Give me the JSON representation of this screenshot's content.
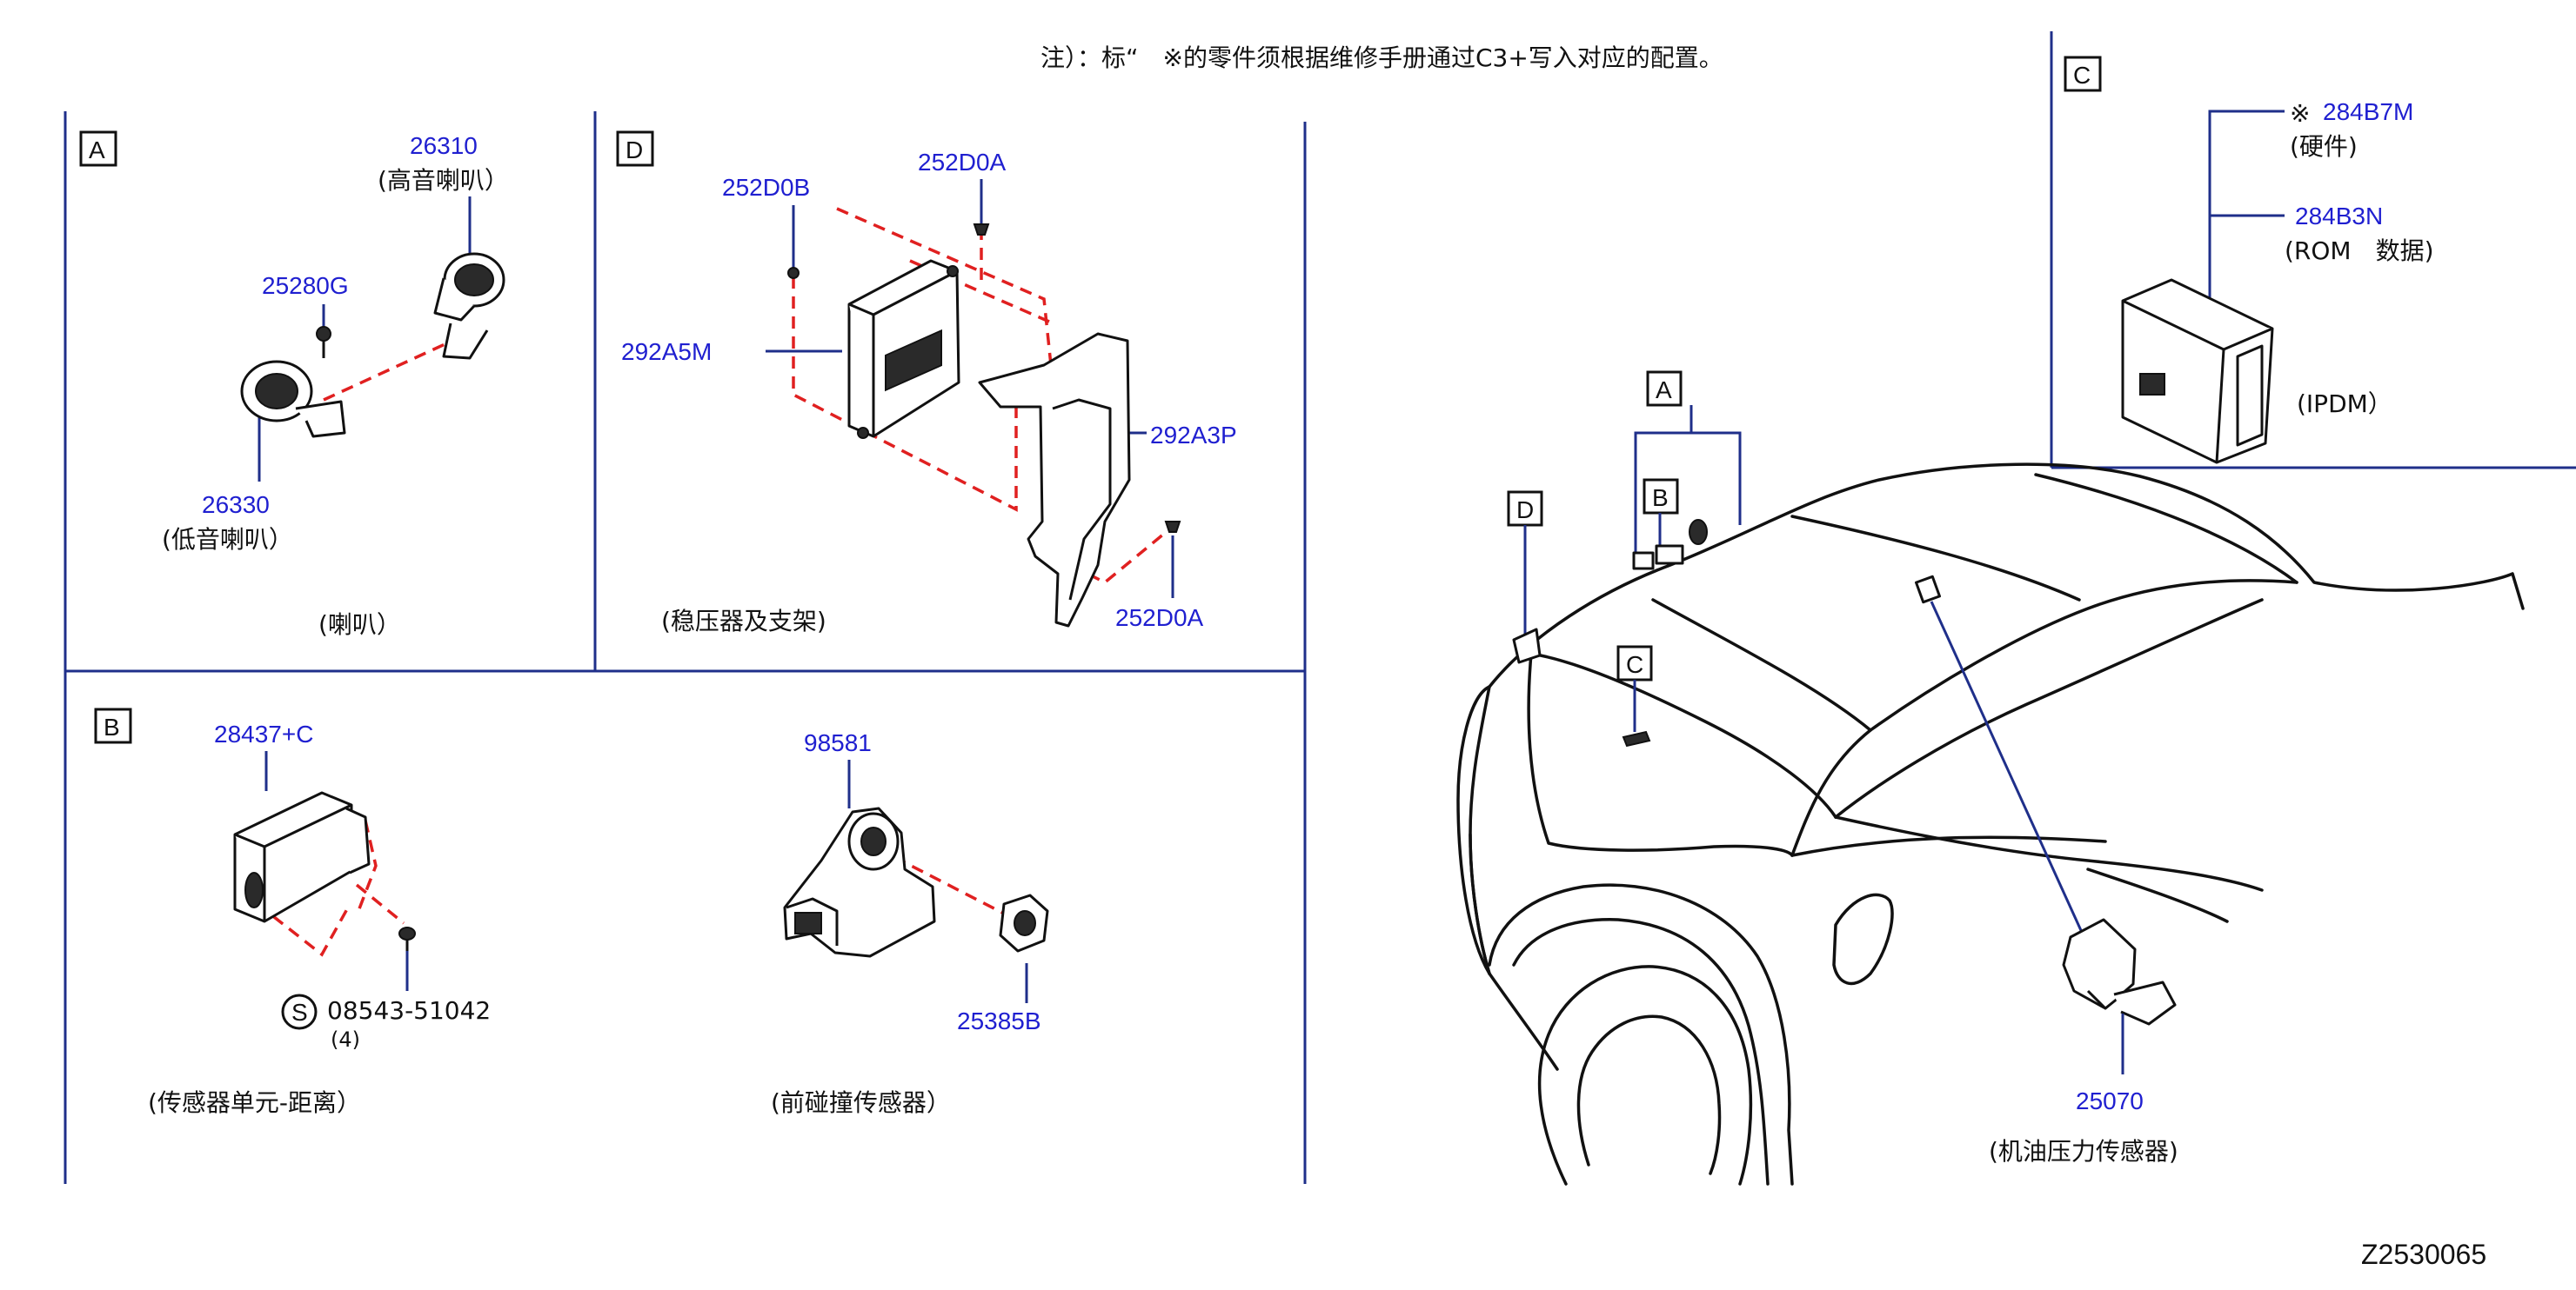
{
  "note": "注）：标“　※的零件须根据维修手册通过C3+写入对应的配置。",
  "diagram_code": "Z2530065",
  "panels": {
    "A": {
      "letter": "A",
      "caption": "(喇叭）",
      "parts": {
        "p26310": "26310",
        "p26310_desc": "(高音喇叭）",
        "p25280G": "25280G",
        "p26330": "26330",
        "p26330_desc": "(低音喇叭）"
      }
    },
    "D": {
      "letter": "D",
      "caption": "(稳压器及支架)",
      "parts": {
        "p252D0B": "252D0B",
        "p252D0A_top": "252D0A",
        "p292A5M": "292A5M",
        "p292A3P": "292A3P",
        "p252D0A_bottom": "252D0A"
      }
    },
    "B": {
      "letter": "B",
      "sensor_caption": "(传感器单元-距离）",
      "crash_caption": "(前碰撞传感器）",
      "parts": {
        "p28437C": "28437+C",
        "screw_symbol": "S",
        "p08543": "08543-51042",
        "p08543_qty": "(4)",
        "p98581": "98581",
        "p25385B": "25385B"
      }
    },
    "C": {
      "letter": "C",
      "caption": "(IPDM）",
      "parts": {
        "mark": "※",
        "p284B7M": "284B7M",
        "p284B7M_desc": "(硬件)",
        "p284B3N": "284B3N",
        "p284B3N_desc": "(ROM　数据)"
      }
    }
  },
  "vehicle": {
    "labels": [
      "A",
      "B",
      "D",
      "C"
    ],
    "p25070": "25070",
    "p25070_desc": "(机油压力传感器)"
  }
}
